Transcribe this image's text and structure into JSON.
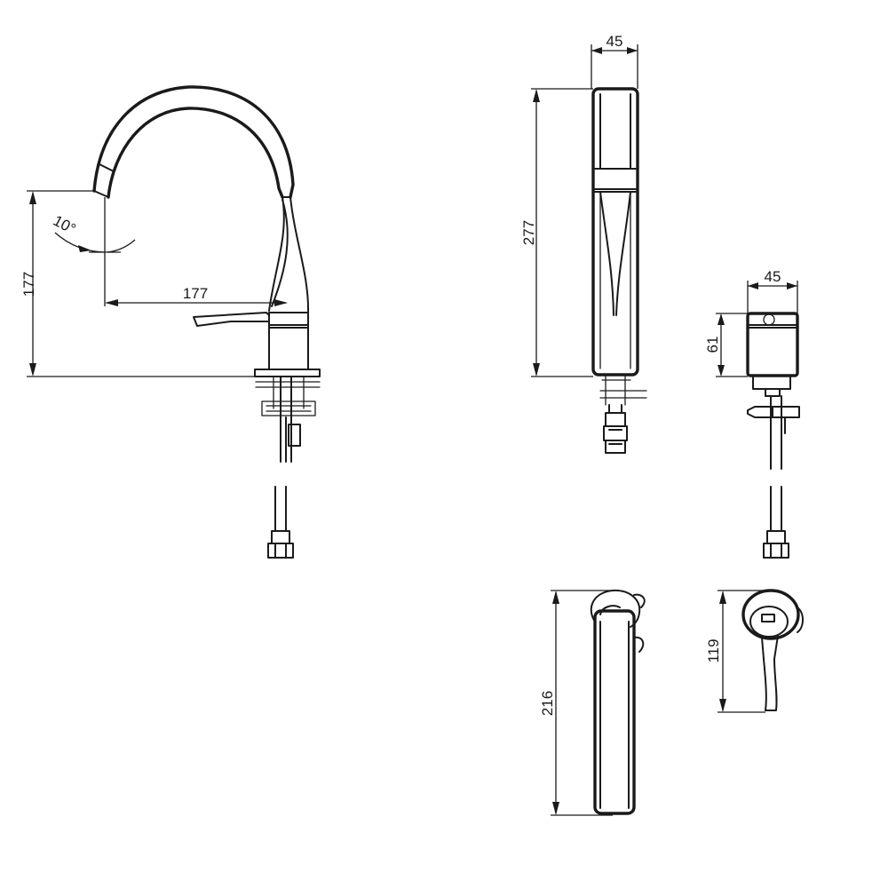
{
  "dimensions": {
    "spout_height": "177",
    "spout_reach": "177",
    "spout_angle": "10°",
    "body_width_front": "45",
    "body_height_front": "277",
    "valve_width": "45",
    "valve_height": "61",
    "handle_length": "216",
    "handle_height": "119"
  },
  "colors": {
    "line": "#1a1a1a",
    "background": "#ffffff"
  }
}
